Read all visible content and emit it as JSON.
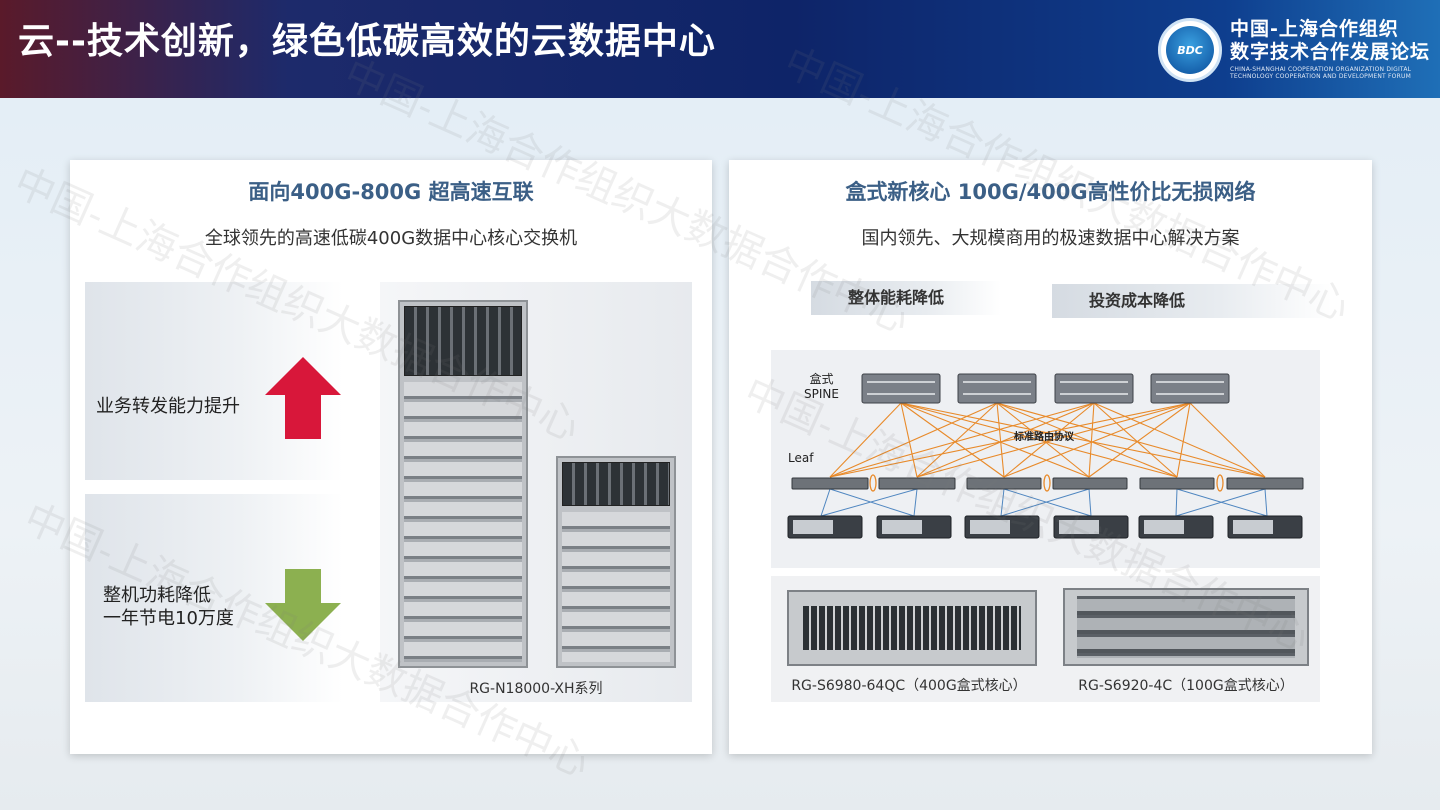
{
  "header": {
    "title": "云--技术创新，绿色低碳高效的云数据中心",
    "logo_mark": "BDC",
    "org_cn_line1": "中国-上海合作组织",
    "org_cn_line2": "数字技术合作发展论坛",
    "org_en_line1": "CHINA-SHANGHAI COOPERATION ORGANIZATION DIGITAL",
    "org_en_line2": "TECHNOLOGY COOPERATION AND DEVELOPMENT FORUM"
  },
  "watermark": "中国-上海合作组织大数据合作中心",
  "left_panel": {
    "title": "面向400G-800G 超高速互联",
    "subtitle": "全球领先的高速低碳400G数据中心核心交换机",
    "benefit_up": "业务转发能力提升",
    "benefit_down_line1": "整机功耗降低",
    "benefit_down_line2": "一年节电10万度",
    "product_caption": "RG-N18000-XH系列",
    "colors": {
      "up_arrow": "#d8173a",
      "down_arrow": "#8cb050"
    }
  },
  "right_panel": {
    "title": "盒式新核心 100G/400G高性价比无损网络",
    "subtitle": "国内领先、大规模商用的极速数据中心解决方案",
    "tag1": "整体能耗降低",
    "tag2": "投资成本降低",
    "diagram": {
      "spine_label_line1": "盒式",
      "spine_label_line2": "SPINE",
      "leaf_label": "Leaf",
      "protocol_label": "标准路由协议"
    },
    "product1_caption": "RG-S6980-64QC（400G盒式核心）",
    "product2_caption": "RG-S6920-4C（100G盒式核心）"
  }
}
